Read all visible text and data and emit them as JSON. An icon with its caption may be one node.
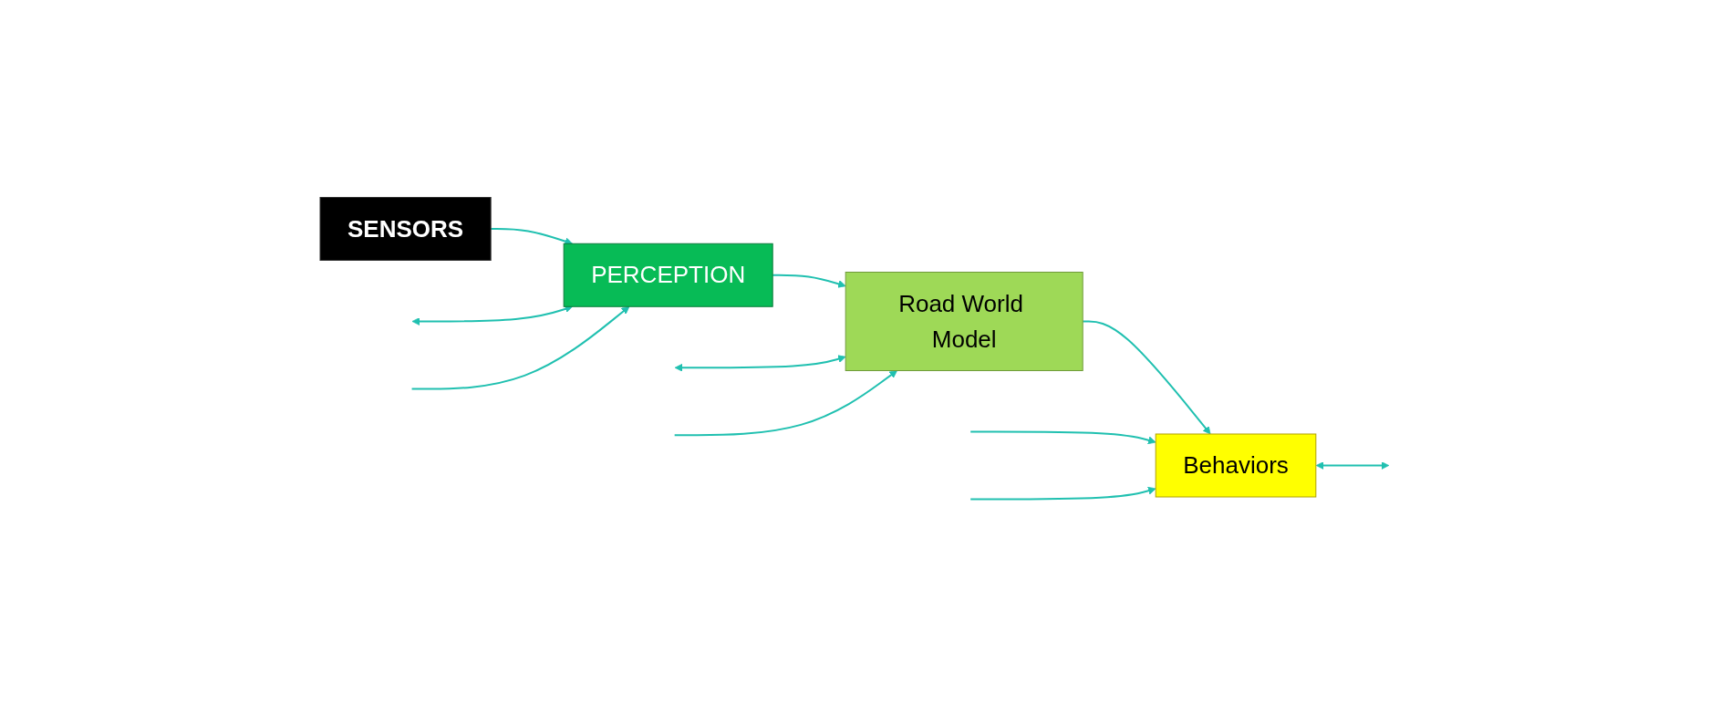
{
  "diagram": {
    "nodes": [
      {
        "text": [
          "SENSORS"
        ]
      },
      {
        "text": [
          "PERCEPTION"
        ]
      },
      {
        "text": [
          "Road World Model"
        ]
      },
      {
        "text": [
          "Behaviors"
        ]
      }
    ],
    "edges": [
      {
        "from": 0,
        "to": 1,
        "arrow": "to"
      },
      {
        "from": 1,
        "to": 2,
        "arrow": "to"
      },
      {
        "from": 2,
        "to": 3,
        "arrow": "to"
      },
      {
        "from": null,
        "to": 1,
        "arrow": "both"
      },
      {
        "from": null,
        "to": 2,
        "arrow": "both"
      },
      {
        "from": null,
        "to": 3,
        "arrow": "to"
      },
      {
        "from": null,
        "to": 3,
        "arrow": "to"
      },
      {
        "from": 3,
        "to": null,
        "arrow": "both"
      },
      {
        "from": null,
        "to": 1,
        "arrow": "to"
      },
      {
        "from": null,
        "to": 2,
        "arrow": "to"
      }
    ]
  }
}
